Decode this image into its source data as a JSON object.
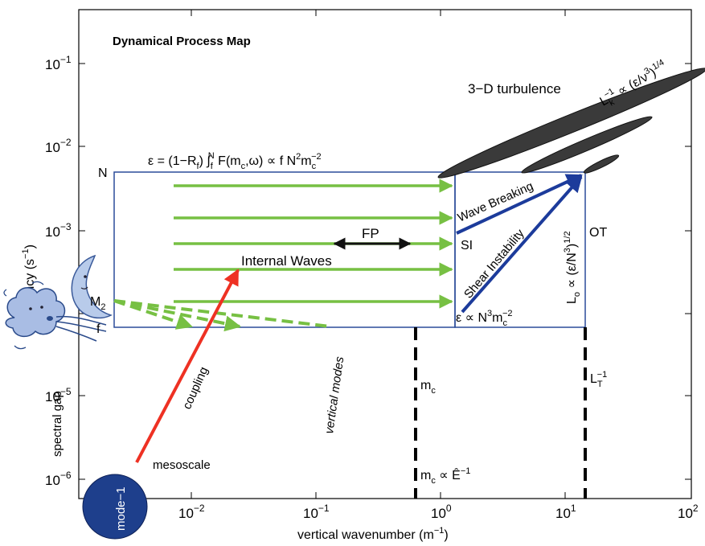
{
  "title": "Dynamical Process Map",
  "axes": {
    "xlabel_main": "vertical wavenumber (m",
    "xlabel_sup": "−1",
    "xlabel_end": ")",
    "ylabel_main": "frequency (s",
    "ylabel_sup": "−1",
    "ylabel_end": ")",
    "x_ticks": [
      {
        "base": "10",
        "exp": "−2"
      },
      {
        "base": "10",
        "exp": "−1"
      },
      {
        "base": "10",
        "exp": "0"
      },
      {
        "base": "10",
        "exp": "1"
      },
      {
        "base": "10",
        "exp": "2"
      }
    ],
    "y_ticks": [
      {
        "base": "10",
        "exp": "−6"
      },
      {
        "base": "10",
        "exp": "−5"
      },
      {
        "base": "10",
        "exp": "−3"
      },
      {
        "base": "10",
        "exp": "−2"
      },
      {
        "base": "10",
        "exp": "−1"
      }
    ]
  },
  "labels": {
    "N": "N",
    "M2": "M",
    "M2_sub": "2",
    "f": "f",
    "internal_waves": "Internal Waves",
    "fp": "FP",
    "si": "SI",
    "ot": "OT",
    "wave_breaking": "Wave Breaking",
    "shear_instability": "Shear Instability",
    "turbulence_3d": "3−D turbulence",
    "spectral_gap": "spectral gap",
    "coupling": "coupling",
    "vertical_modes": "vertical modes",
    "mesoscale": "mesoscale",
    "mode1": "mode−1",
    "mc": "m",
    "mc_sub": "c",
    "mc_rel_main": "m",
    "mc_rel_sub": "c",
    "mc_rel_rest": " ∝ Ê",
    "mc_rel_sup": "−1",
    "LT": "L",
    "LT_sub": "T",
    "LT_sup": "−1"
  },
  "equations": {
    "dissipation": {
      "eps": "ε = (1−R",
      "f1": "f",
      "mid": ") ∫",
      "lo": "f",
      "hi": "N",
      "rest": " F(m",
      "c1": "c",
      "rest2": ",ω) ∝ f N",
      "two": "2",
      "m": "m",
      "c2": "c",
      "neg2": "−2"
    },
    "eps_scaling": {
      "main": "ε ∝ N",
      "three": "3",
      "m": "m",
      "c": "c",
      "neg2": "−2"
    },
    "kolmogorov": {
      "L": "L",
      "k": "k",
      "sup": "−1",
      "rest": " ∝ (ε/ν",
      "three": "3",
      "close": ")",
      "quarter": "1/4"
    },
    "ozmidov": {
      "L": "L",
      "o": "o",
      "rest": " ∝ (ε/N",
      "three": "3",
      "close": ")",
      "half": "1/2"
    }
  },
  "colors": {
    "box": "#2b4c9a",
    "green_arrows": "#77c043",
    "red_arrow": "#ee3123",
    "blue_arrows": "#1c3b9b",
    "fp_arrow": "#111111",
    "turbulence": "#3a3a3a",
    "mode_circle": "#1e3f8c",
    "moon": "#b8cbea",
    "cloud": "#a9bde4"
  },
  "icons": [
    "moon-icon",
    "wind-cloud-icon"
  ]
}
